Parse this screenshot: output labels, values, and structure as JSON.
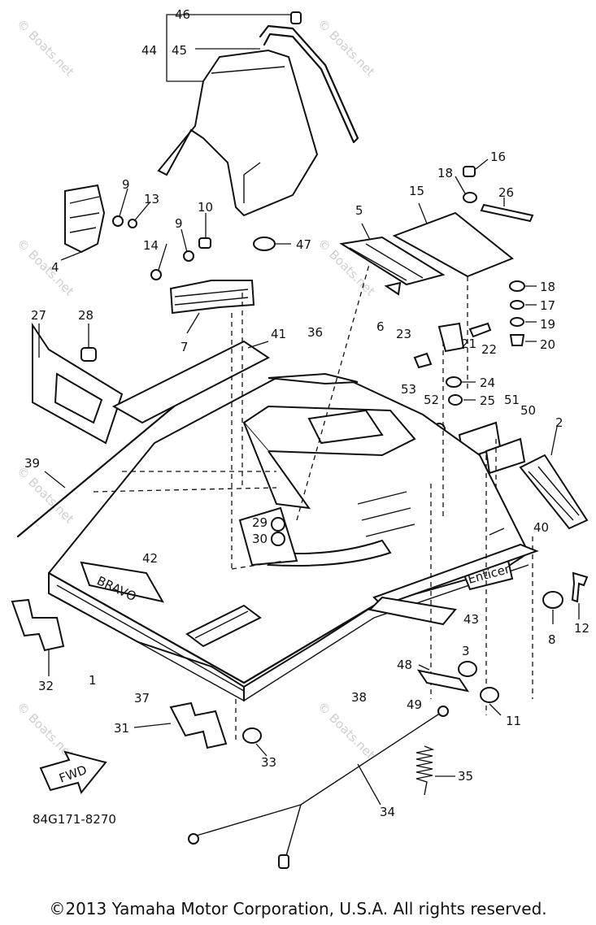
{
  "diagram": {
    "part_code": "84G171-8270",
    "watermark_text": "© Boats.net",
    "fwd_label": "FWD",
    "emblem_text": "BRAVO",
    "decal_text": "Enticer",
    "callouts": [
      "1",
      "2",
      "3",
      "4",
      "5",
      "6",
      "7",
      "8",
      "9",
      "10",
      "11",
      "12",
      "13",
      "14",
      "15",
      "16",
      "17",
      "18",
      "19",
      "20",
      "21",
      "22",
      "23",
      "24",
      "25",
      "26",
      "27",
      "28",
      "29",
      "30",
      "31",
      "32",
      "33",
      "34",
      "35",
      "36",
      "37",
      "38",
      "39",
      "40",
      "41",
      "42",
      "43",
      "44",
      "45",
      "46",
      "47",
      "48",
      "49",
      "50",
      "51",
      "52",
      "53"
    ]
  },
  "footer": {
    "copyright": "©2013 Yamaha Motor Corporation, U.S.A. All rights reserved."
  },
  "colors": {
    "line": "#111111",
    "background": "#ffffff",
    "watermark": "#cfcfcf"
  }
}
